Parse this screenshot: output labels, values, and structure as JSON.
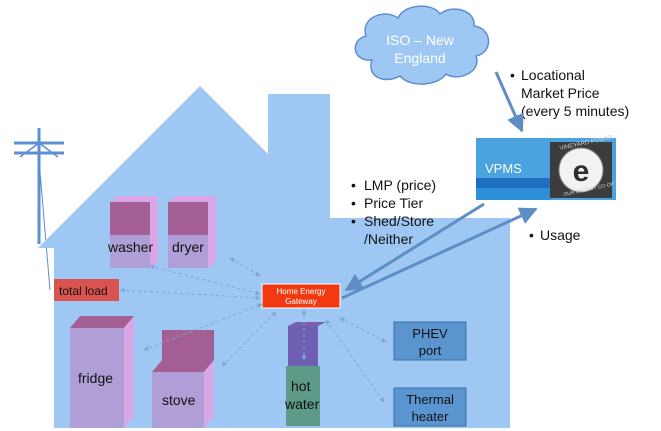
{
  "iso": {
    "line1": "ISO – New",
    "line2": "England"
  },
  "lmp_note": {
    "bullet": "•",
    "line1": "Locational",
    "line2": "Market Price",
    "line3": "(every 5 minutes)"
  },
  "vpms": {
    "label": "VPMS",
    "logo_line1": "VINEYARD POWER",
    "logo_letter": "e",
    "logo_line2": "OUR ENERGY CO-OP"
  },
  "signals": {
    "bullet": "•",
    "item1": "LMP (price)",
    "item2": "Price Tier",
    "item3": "Shed/Store",
    "item3b": "/Neither"
  },
  "usage": {
    "bullet": "•",
    "label": "Usage"
  },
  "appliances": {
    "washer": "washer",
    "dryer": "dryer",
    "total_load": "total load",
    "fridge": "fridge",
    "stove": "stove",
    "hot_water_line1": "hot",
    "hot_water_line2": "water"
  },
  "gateway": {
    "line1": "Home Energy",
    "line2": "Gateway"
  },
  "devices": {
    "phev_line1": "PHEV",
    "phev_line2": "port",
    "thermal_line1": "Thermal",
    "thermal_line2": "heater"
  },
  "colors": {
    "house": "#9ec8f3",
    "appliance_front": "#b09fd6",
    "appliance_top": "#a35f93",
    "appliance_side": "#d9a6e6",
    "gateway": "#f23a12",
    "total_load": "#d9534f",
    "device_box": "#5b95d0",
    "vpms_bg": "#4aa3df",
    "arrow": "#5f8ec4",
    "hot_water": "#5e9a88",
    "cloud": "#9ec8f3"
  }
}
